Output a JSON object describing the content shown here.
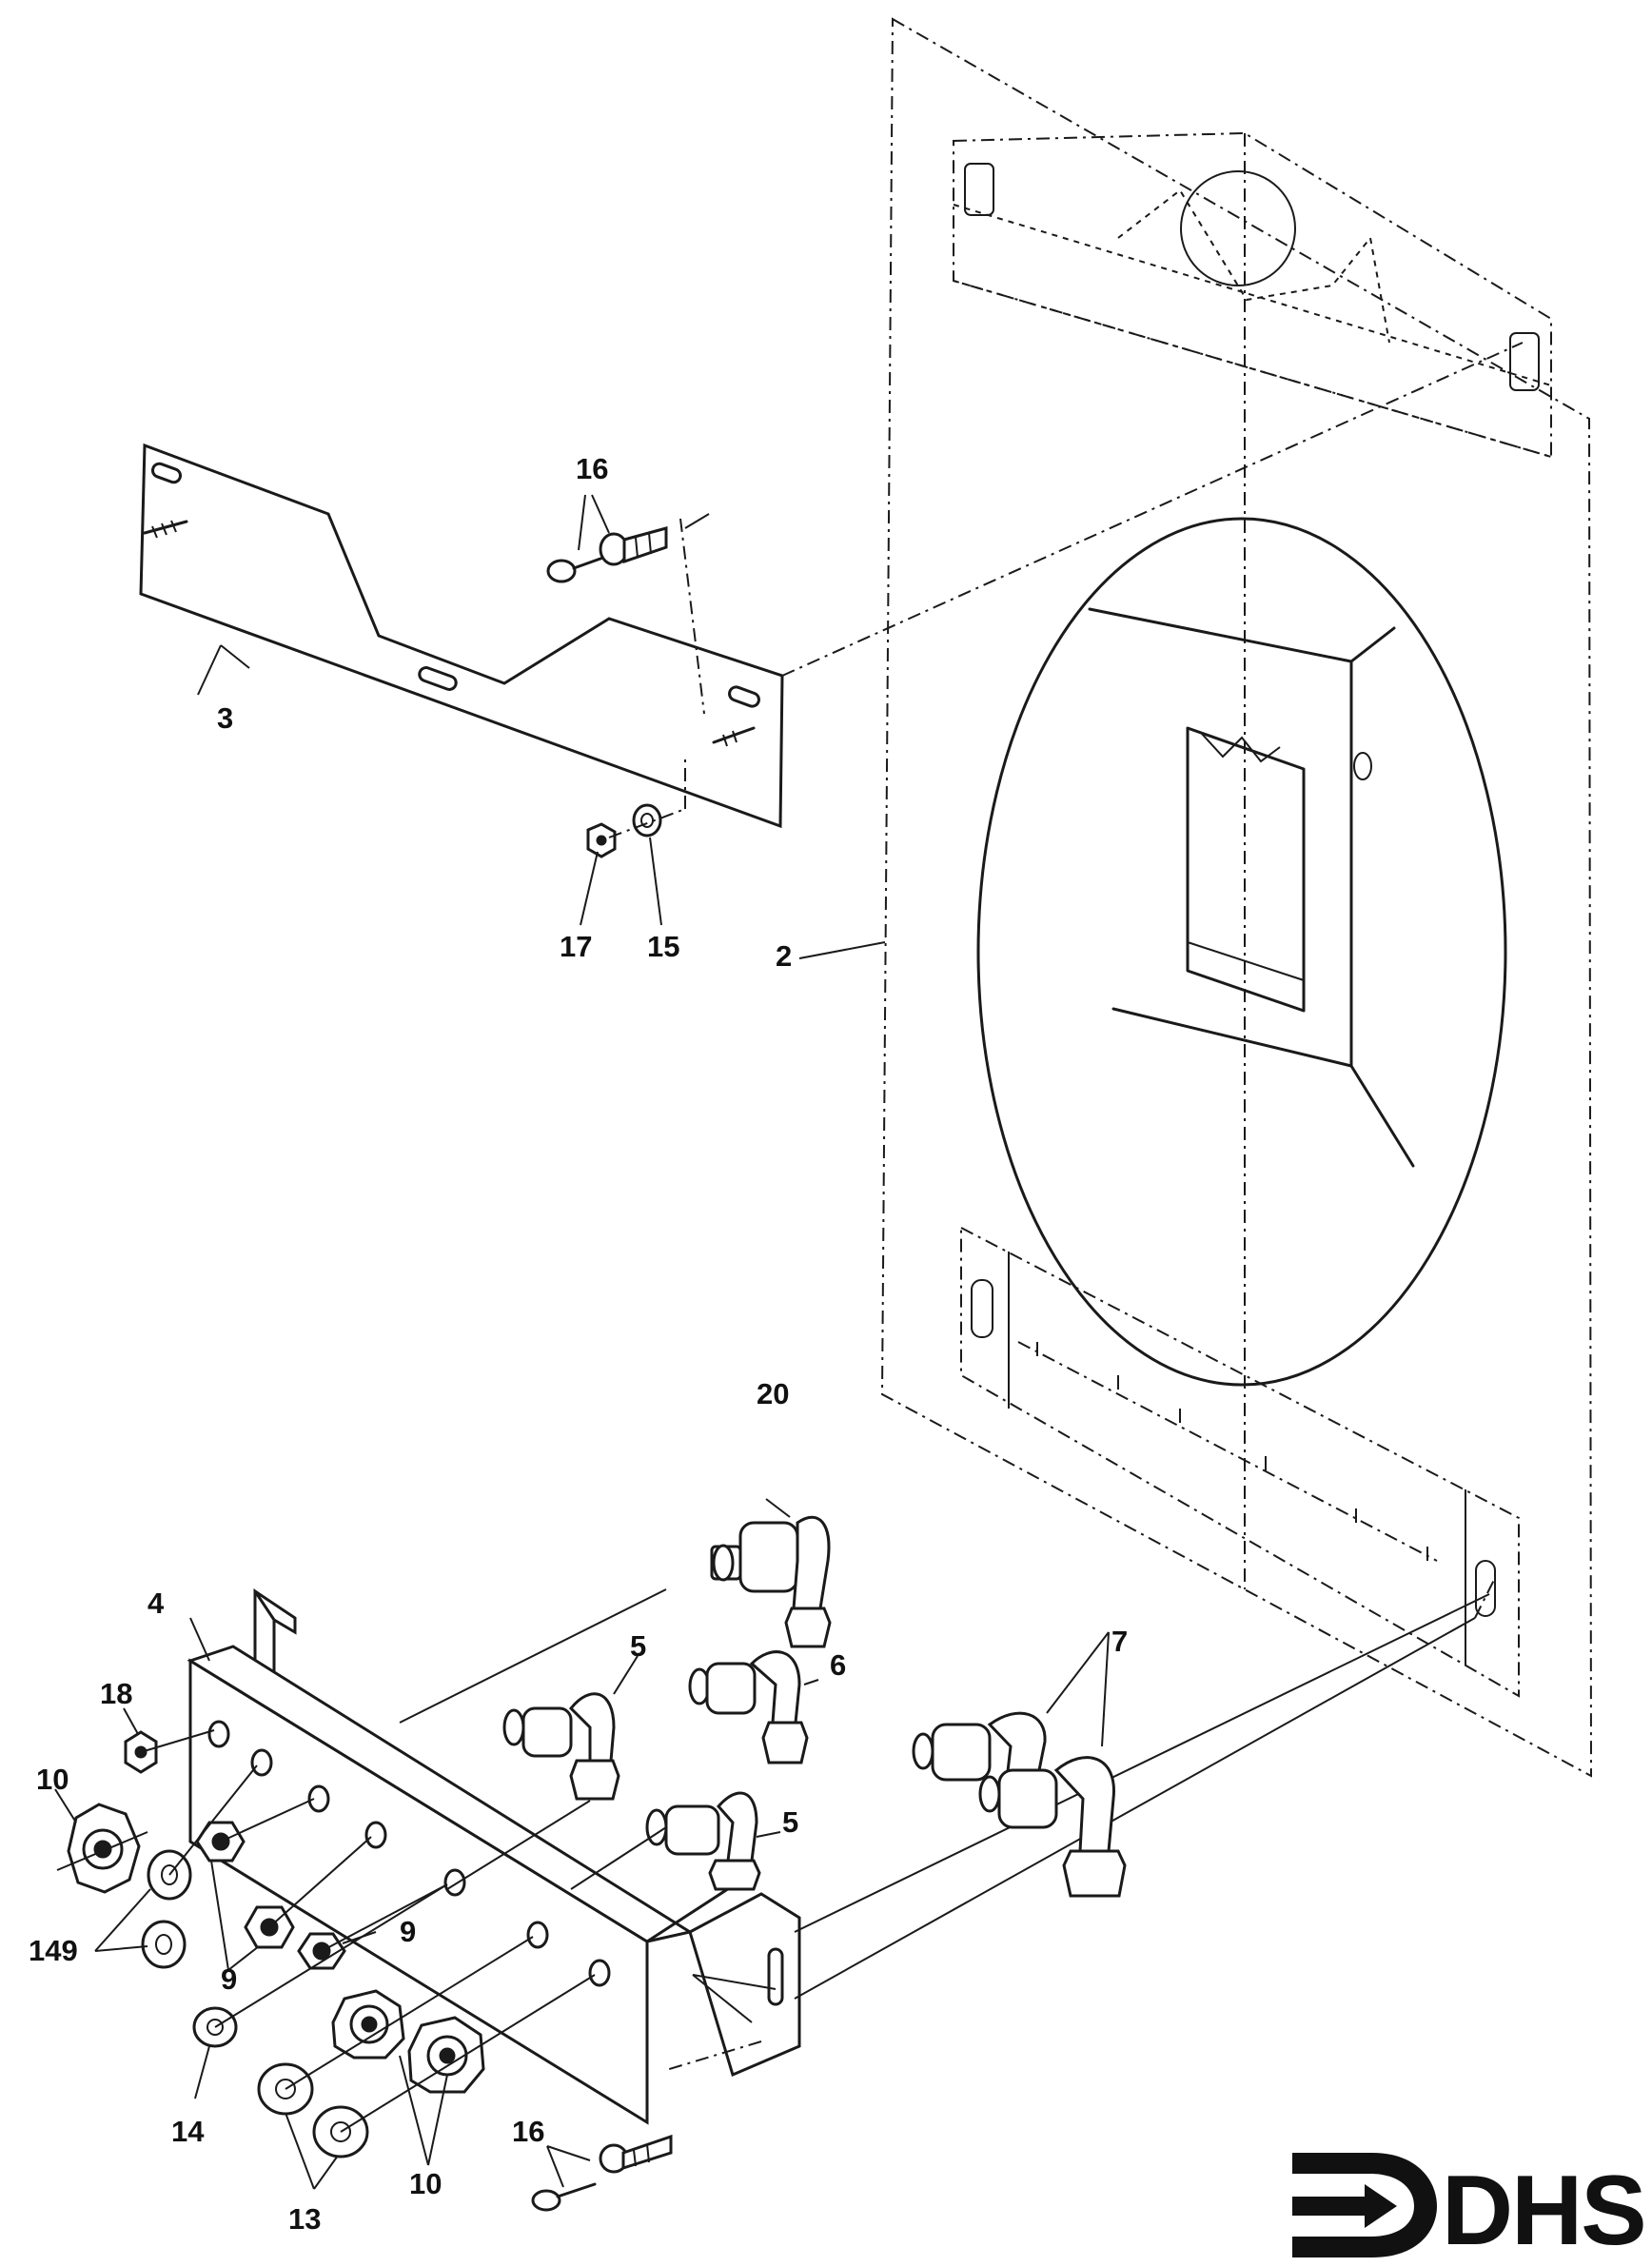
{
  "callouts": {
    "c2": "2",
    "c3": "3",
    "c4": "4",
    "c5a": "5",
    "c5b": "5",
    "c6": "6",
    "c7": "7",
    "c9a": "9",
    "c9b": "9",
    "c10a": "10",
    "c10b": "10",
    "c13": "13",
    "c14": "14",
    "c15": "15",
    "c16a": "16",
    "c16b": "16",
    "c17": "17",
    "c18": "18",
    "c20": "20",
    "c149": "149"
  },
  "logo": {
    "text": "DHS"
  }
}
